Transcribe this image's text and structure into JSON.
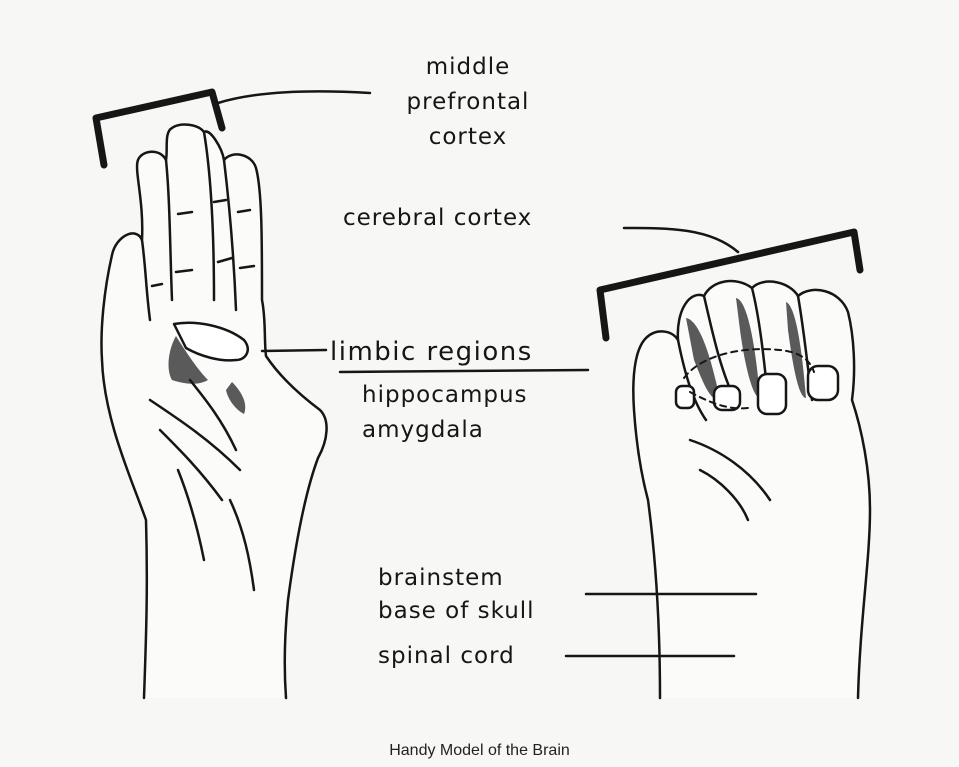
{
  "labels": {
    "middle_prefrontal": [
      "middle",
      "prefrontal",
      "cortex"
    ],
    "cerebral_cortex": "cerebral cortex",
    "limbic_regions": "limbic regions",
    "limbic_parts": [
      "hippocampus",
      "amygdala"
    ],
    "brainstem": [
      "brainstem",
      "base of skull"
    ],
    "spinal_cord": "spinal cord"
  },
  "caption": "Handy Model of the Brain",
  "colors": {
    "background": "#f7f7f5",
    "ink": "#161616",
    "shade": "#5a5a5a"
  }
}
